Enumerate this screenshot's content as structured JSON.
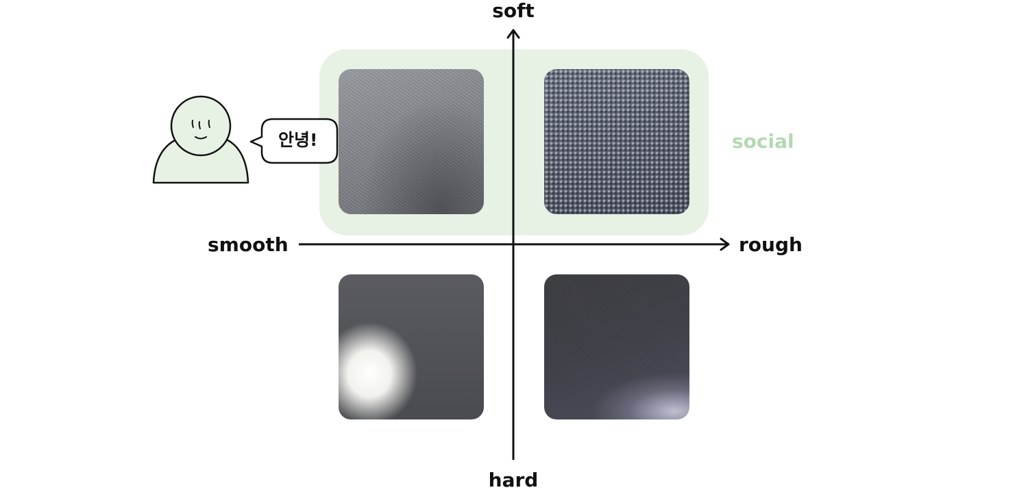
{
  "axes": {
    "top": "soft",
    "bottom": "hard",
    "left": "smooth",
    "right": "rough"
  },
  "region": {
    "label": "social",
    "color": "#b5d9b2",
    "fill": "#e7f2e4"
  },
  "character": {
    "speech": "안녕!",
    "fill": "#e7f2e4"
  },
  "swatches": [
    {
      "quadrant": "soft-smooth",
      "description_icon": "fabric-texture"
    },
    {
      "quadrant": "soft-rough",
      "description_icon": "knit-texture"
    },
    {
      "quadrant": "hard-smooth",
      "description_icon": "glossy-surface"
    },
    {
      "quadrant": "hard-rough",
      "description_icon": "matte-surface"
    }
  ]
}
